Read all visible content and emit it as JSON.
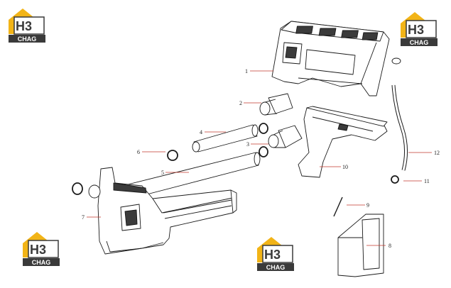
{
  "logo": {
    "mark": "H3",
    "text": "CHAG",
    "colors": {
      "gold": "#f2b417",
      "dark": "#3a3a3a",
      "white": "#ffffff"
    }
  },
  "callouts": [
    {
      "label": "1"
    },
    {
      "label": "2"
    },
    {
      "label": "3"
    },
    {
      "label": "4"
    },
    {
      "label": "5"
    },
    {
      "label": "6"
    },
    {
      "label": "7"
    },
    {
      "label": "8"
    },
    {
      "label": "9"
    },
    {
      "label": "10"
    },
    {
      "label": "11"
    },
    {
      "label": "12"
    }
  ],
  "colors": {
    "line": "#1a1a1a",
    "leader": "#c0392b",
    "fill": "#ffffff",
    "shade": "#3b3b3b"
  }
}
